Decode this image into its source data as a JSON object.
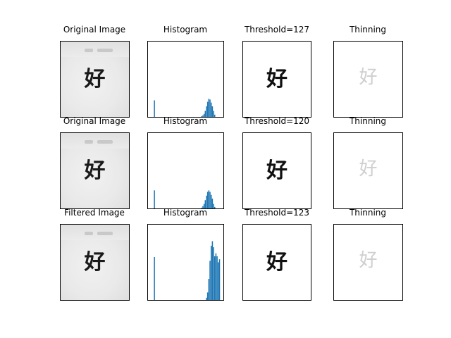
{
  "figure": {
    "rows": [
      {
        "titles": [
          "Original Image",
          "Histogram",
          "Threshold=127",
          "Thinning"
        ],
        "character": "好",
        "threshold": 127
      },
      {
        "titles": [
          "Original Image",
          "Histogram",
          "Threshold=120",
          "Thinning"
        ],
        "character": "好",
        "threshold": 120
      },
      {
        "titles": [
          "Filtered Image",
          "Histogram",
          "Threshold=123",
          "Thinning"
        ],
        "character": "好",
        "threshold": 123
      }
    ]
  },
  "chart_data": [
    {
      "type": "bar",
      "color": "#1f77b4",
      "xlim": [
        0,
        255
      ],
      "bins": [
        {
          "x": 20,
          "v": 0.22
        },
        {
          "x": 180,
          "v": 0.01
        },
        {
          "x": 184,
          "v": 0.02
        },
        {
          "x": 188,
          "v": 0.04
        },
        {
          "x": 192,
          "v": 0.08
        },
        {
          "x": 196,
          "v": 0.14
        },
        {
          "x": 200,
          "v": 0.2
        },
        {
          "x": 204,
          "v": 0.24
        },
        {
          "x": 208,
          "v": 0.23
        },
        {
          "x": 212,
          "v": 0.19
        },
        {
          "x": 216,
          "v": 0.14
        },
        {
          "x": 220,
          "v": 0.08
        },
        {
          "x": 224,
          "v": 0.03
        }
      ]
    },
    {
      "type": "bar",
      "color": "#1f77b4",
      "xlim": [
        0,
        255
      ],
      "bins": [
        {
          "x": 20,
          "v": 0.24
        },
        {
          "x": 180,
          "v": 0.01
        },
        {
          "x": 184,
          "v": 0.03
        },
        {
          "x": 188,
          "v": 0.06
        },
        {
          "x": 192,
          "v": 0.11
        },
        {
          "x": 196,
          "v": 0.17
        },
        {
          "x": 200,
          "v": 0.22
        },
        {
          "x": 204,
          "v": 0.24
        },
        {
          "x": 208,
          "v": 0.22
        },
        {
          "x": 212,
          "v": 0.18
        },
        {
          "x": 216,
          "v": 0.13
        },
        {
          "x": 220,
          "v": 0.06
        },
        {
          "x": 224,
          "v": 0.02
        }
      ]
    },
    {
      "type": "bar",
      "color": "#1f77b4",
      "xlim": [
        0,
        255
      ],
      "bins": [
        {
          "x": 20,
          "v": 0.57
        },
        {
          "x": 196,
          "v": 0.03
        },
        {
          "x": 200,
          "v": 0.1
        },
        {
          "x": 204,
          "v": 0.28
        },
        {
          "x": 208,
          "v": 0.52
        },
        {
          "x": 212,
          "v": 0.72
        },
        {
          "x": 216,
          "v": 0.78
        },
        {
          "x": 220,
          "v": 0.7
        },
        {
          "x": 224,
          "v": 0.58
        },
        {
          "x": 228,
          "v": 0.62
        },
        {
          "x": 232,
          "v": 0.58
        },
        {
          "x": 236,
          "v": 0.5
        },
        {
          "x": 240,
          "v": 0.54
        }
      ]
    }
  ]
}
